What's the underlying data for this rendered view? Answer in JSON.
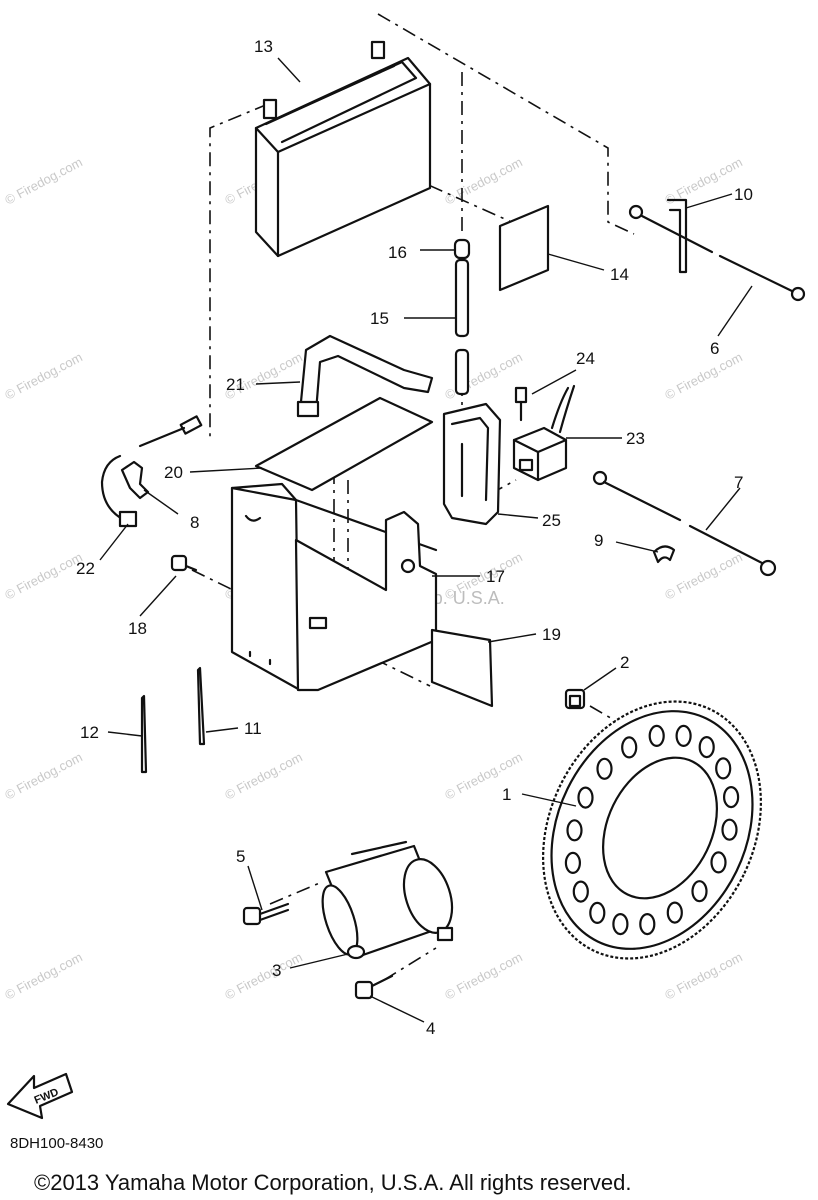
{
  "callouts": {
    "p1": "1",
    "p2": "2",
    "p3": "3",
    "p4": "4",
    "p5": "5",
    "p6": "6",
    "p7": "7",
    "p8": "8",
    "p9": "9",
    "p10": "10",
    "p11": "11",
    "p12": "12",
    "p13": "13",
    "p14": "14",
    "p15": "15",
    "p16": "16",
    "p17": "17",
    "p18": "18",
    "p19": "19",
    "p20": "20",
    "p21": "21",
    "p22": "22",
    "p23": "23",
    "p24": "24",
    "p25": "25"
  },
  "watermark": {
    "brand": "© Firedog.com",
    "overlay": "Yamaha Motor Corp. U.S.A."
  },
  "fwd_label": "FWD",
  "diagram_code": "8DH100-8430",
  "copyright": "©2013 Yamaha Motor Corporation, U.S.A. All rights reserved."
}
